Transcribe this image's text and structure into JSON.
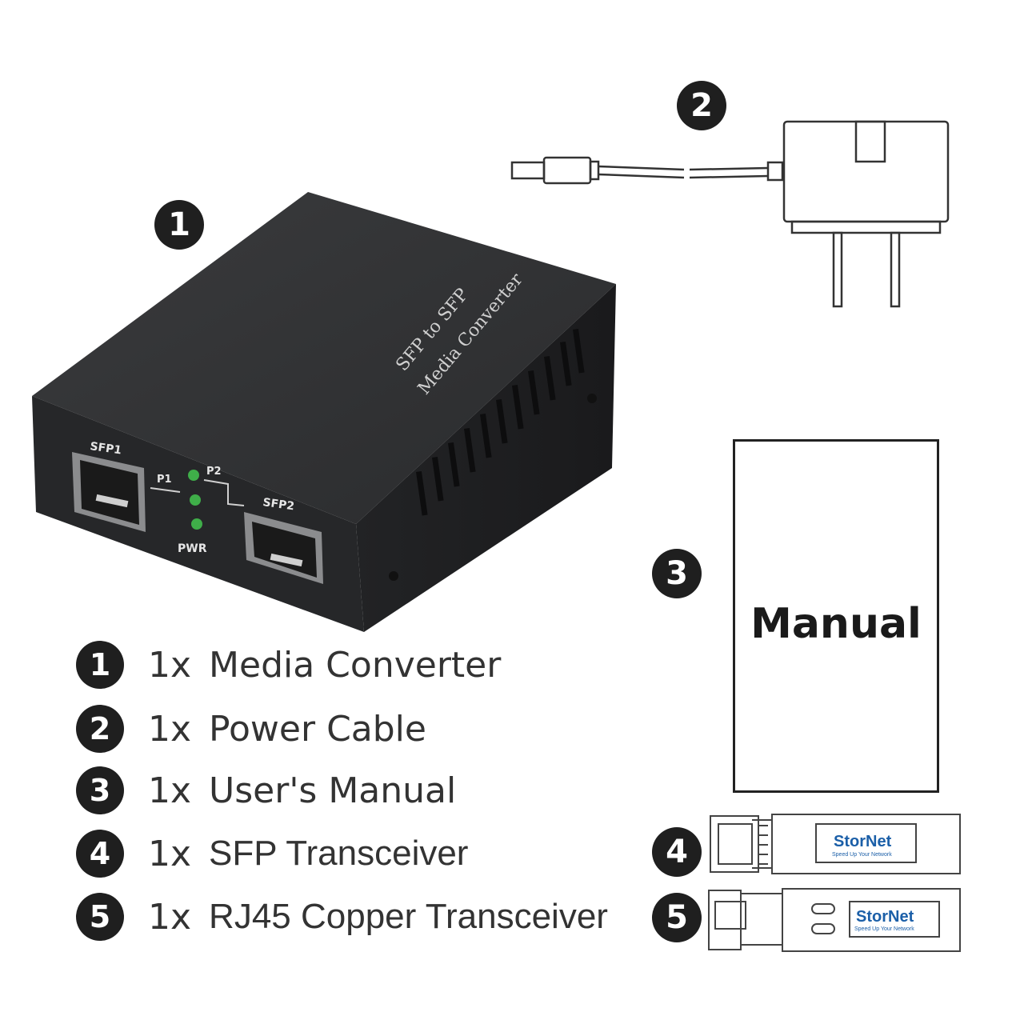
{
  "badges": {
    "b1": "1",
    "b2": "2",
    "b3": "3",
    "b4": "4",
    "b5": "5"
  },
  "device": {
    "top_text_line1": "SFP to SFP",
    "top_text_line2": "Media Converter",
    "port1_label": "SFP1",
    "port2_label": "SFP2",
    "led_p1": "P1",
    "led_p2": "P2",
    "led_pwr": "PWR",
    "led_color": "#3fae49"
  },
  "manual": {
    "title": "Manual"
  },
  "transceiver_brand": {
    "name": "StorNet",
    "tagline": "Speed Up Your Network",
    "color": "#1b5fa8"
  },
  "items": [
    {
      "num": "1",
      "qty": "1x",
      "label": "Media Converter"
    },
    {
      "num": "2",
      "qty": "1x",
      "label": "Power Cable"
    },
    {
      "num": "3",
      "qty": "1x",
      "label": "User's Manual"
    },
    {
      "num": "4",
      "qty": "1x",
      "label": "SFP Transceiver"
    },
    {
      "num": "5",
      "qty": "1x",
      "label": "RJ45 Copper Transceiver"
    }
  ]
}
